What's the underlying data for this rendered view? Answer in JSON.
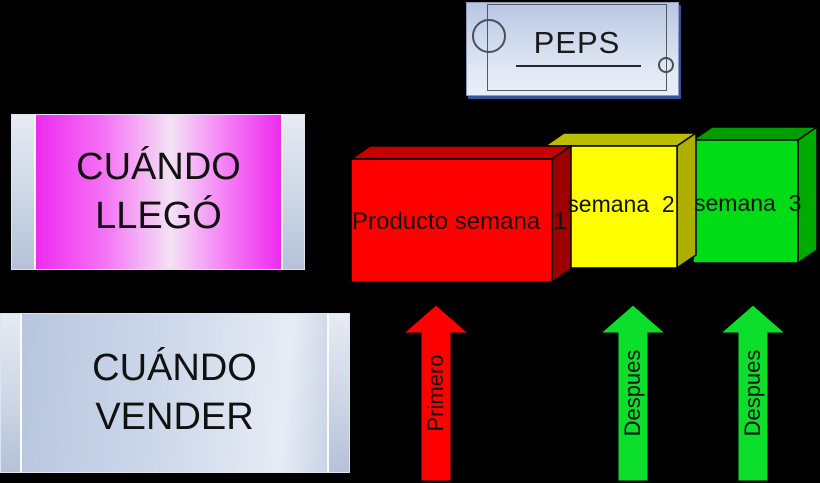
{
  "peps_sign": {
    "label": "PEPS"
  },
  "when_arrived": {
    "line1": "CUÁNDO",
    "line2": "LLEGÓ"
  },
  "when_sell": {
    "line1": "CUÁNDO",
    "line2": "VENDER"
  },
  "product_boxes": [
    {
      "label": "Producto semana  1",
      "front": "#ff0000",
      "top": "#c60000",
      "side": "#9e0000"
    },
    {
      "label": "semana  2",
      "front": "#ffff00",
      "top": "#bdbd00",
      "side": "#aeae00"
    },
    {
      "label": "semana  3",
      "front": "#00dc16",
      "top": "#009d00",
      "side": "#00ab00"
    }
  ],
  "arrows": [
    {
      "label": "Primero",
      "color": "#ff0000"
    },
    {
      "label": "Despues",
      "color": "#0cdf2b"
    },
    {
      "label": "Despues",
      "color": "#0cdf2b"
    }
  ],
  "colors": {
    "background": "#000000",
    "sign_fill_top": "#b7c6e3",
    "sign_fill_bottom": "#e9eef8",
    "plaque_magenta": "#ee2bee",
    "plaque_blue": "#c4d1e5",
    "text": "#111111"
  }
}
